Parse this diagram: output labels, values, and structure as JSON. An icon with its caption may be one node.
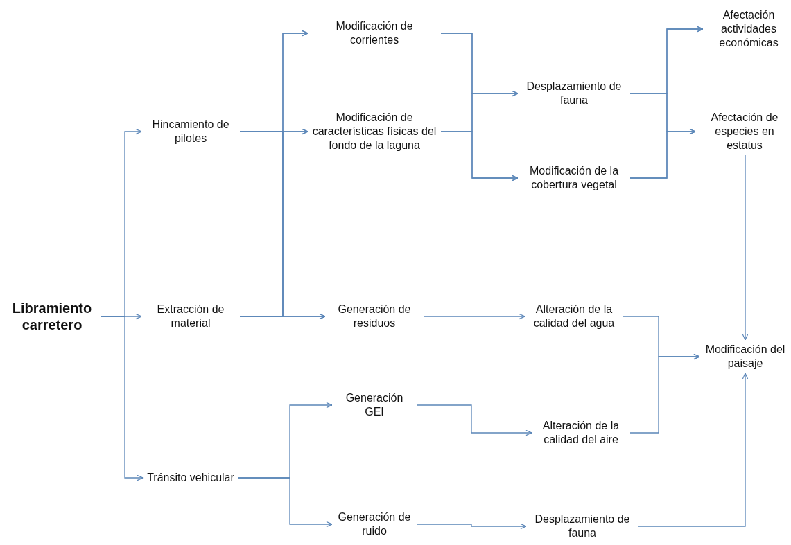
{
  "diagram": {
    "nodes": [
      {
        "text": [
          "Libramiento carretero"
        ]
      },
      {
        "text": [
          "Hincamiento de pilotes"
        ]
      },
      {
        "text": [
          "Extracción de material"
        ]
      },
      {
        "text": [
          "Tránsito vehicular"
        ]
      },
      {
        "text": [
          "Modificación de corrientes"
        ]
      },
      {
        "text": [
          "Modificación de características físicas del fondo de la laguna"
        ]
      },
      {
        "text": [
          "Generación de residuos"
        ]
      },
      {
        "text": [
          "Generación GEI"
        ]
      },
      {
        "text": [
          "Generación de ruido"
        ]
      },
      {
        "text": [
          "Desplazamiento de fauna"
        ]
      },
      {
        "text": [
          "Modificación de la cobertura vegetal"
        ]
      },
      {
        "text": [
          "Alteración de la calidad del agua"
        ]
      },
      {
        "text": [
          "Alteración de la calidad del aire"
        ]
      },
      {
        "text": [
          "Desplazamiento de fauna"
        ]
      },
      {
        "text": [
          "Afectación actividades económicas"
        ]
      },
      {
        "text": [
          "Afectación de especies en estatus"
        ]
      },
      {
        "text": [
          "Modificación del paisaje"
        ]
      }
    ],
    "edges": [
      {
        "from": 0,
        "to": 1,
        "arrow": "to"
      },
      {
        "from": 0,
        "to": 2,
        "arrow": "to"
      },
      {
        "from": 0,
        "to": 3,
        "arrow": "to"
      },
      {
        "from": 1,
        "to": 4,
        "arrow": "to"
      },
      {
        "from": 1,
        "to": 5,
        "arrow": "to"
      },
      {
        "from": 1,
        "to": 6,
        "arrow": "to"
      },
      {
        "from": 2,
        "to": 4,
        "arrow": "to"
      },
      {
        "from": 2,
        "to": 5,
        "arrow": "to"
      },
      {
        "from": 2,
        "to": 6,
        "arrow": "to"
      },
      {
        "from": 3,
        "to": 7,
        "arrow": "to"
      },
      {
        "from": 3,
        "to": 8,
        "arrow": "to"
      },
      {
        "from": 4,
        "to": 9,
        "arrow": "to"
      },
      {
        "from": 4,
        "to": 10,
        "arrow": "to"
      },
      {
        "from": 5,
        "to": 9,
        "arrow": "to"
      },
      {
        "from": 5,
        "to": 10,
        "arrow": "to"
      },
      {
        "from": 6,
        "to": 11,
        "arrow": "to"
      },
      {
        "from": 7,
        "to": 12,
        "arrow": "to"
      },
      {
        "from": 8,
        "to": 13,
        "arrow": "to"
      },
      {
        "from": 9,
        "to": 14,
        "arrow": "to"
      },
      {
        "from": 9,
        "to": 15,
        "arrow": "to"
      },
      {
        "from": 10,
        "to": 14,
        "arrow": "to"
      },
      {
        "from": 10,
        "to": 15,
        "arrow": "to"
      },
      {
        "from": 15,
        "to": 16,
        "arrow": "to"
      },
      {
        "from": 11,
        "to": 16,
        "arrow": "to"
      },
      {
        "from": 12,
        "to": 16,
        "arrow": "to"
      },
      {
        "from": 13,
        "to": 16,
        "arrow": "to"
      }
    ]
  }
}
